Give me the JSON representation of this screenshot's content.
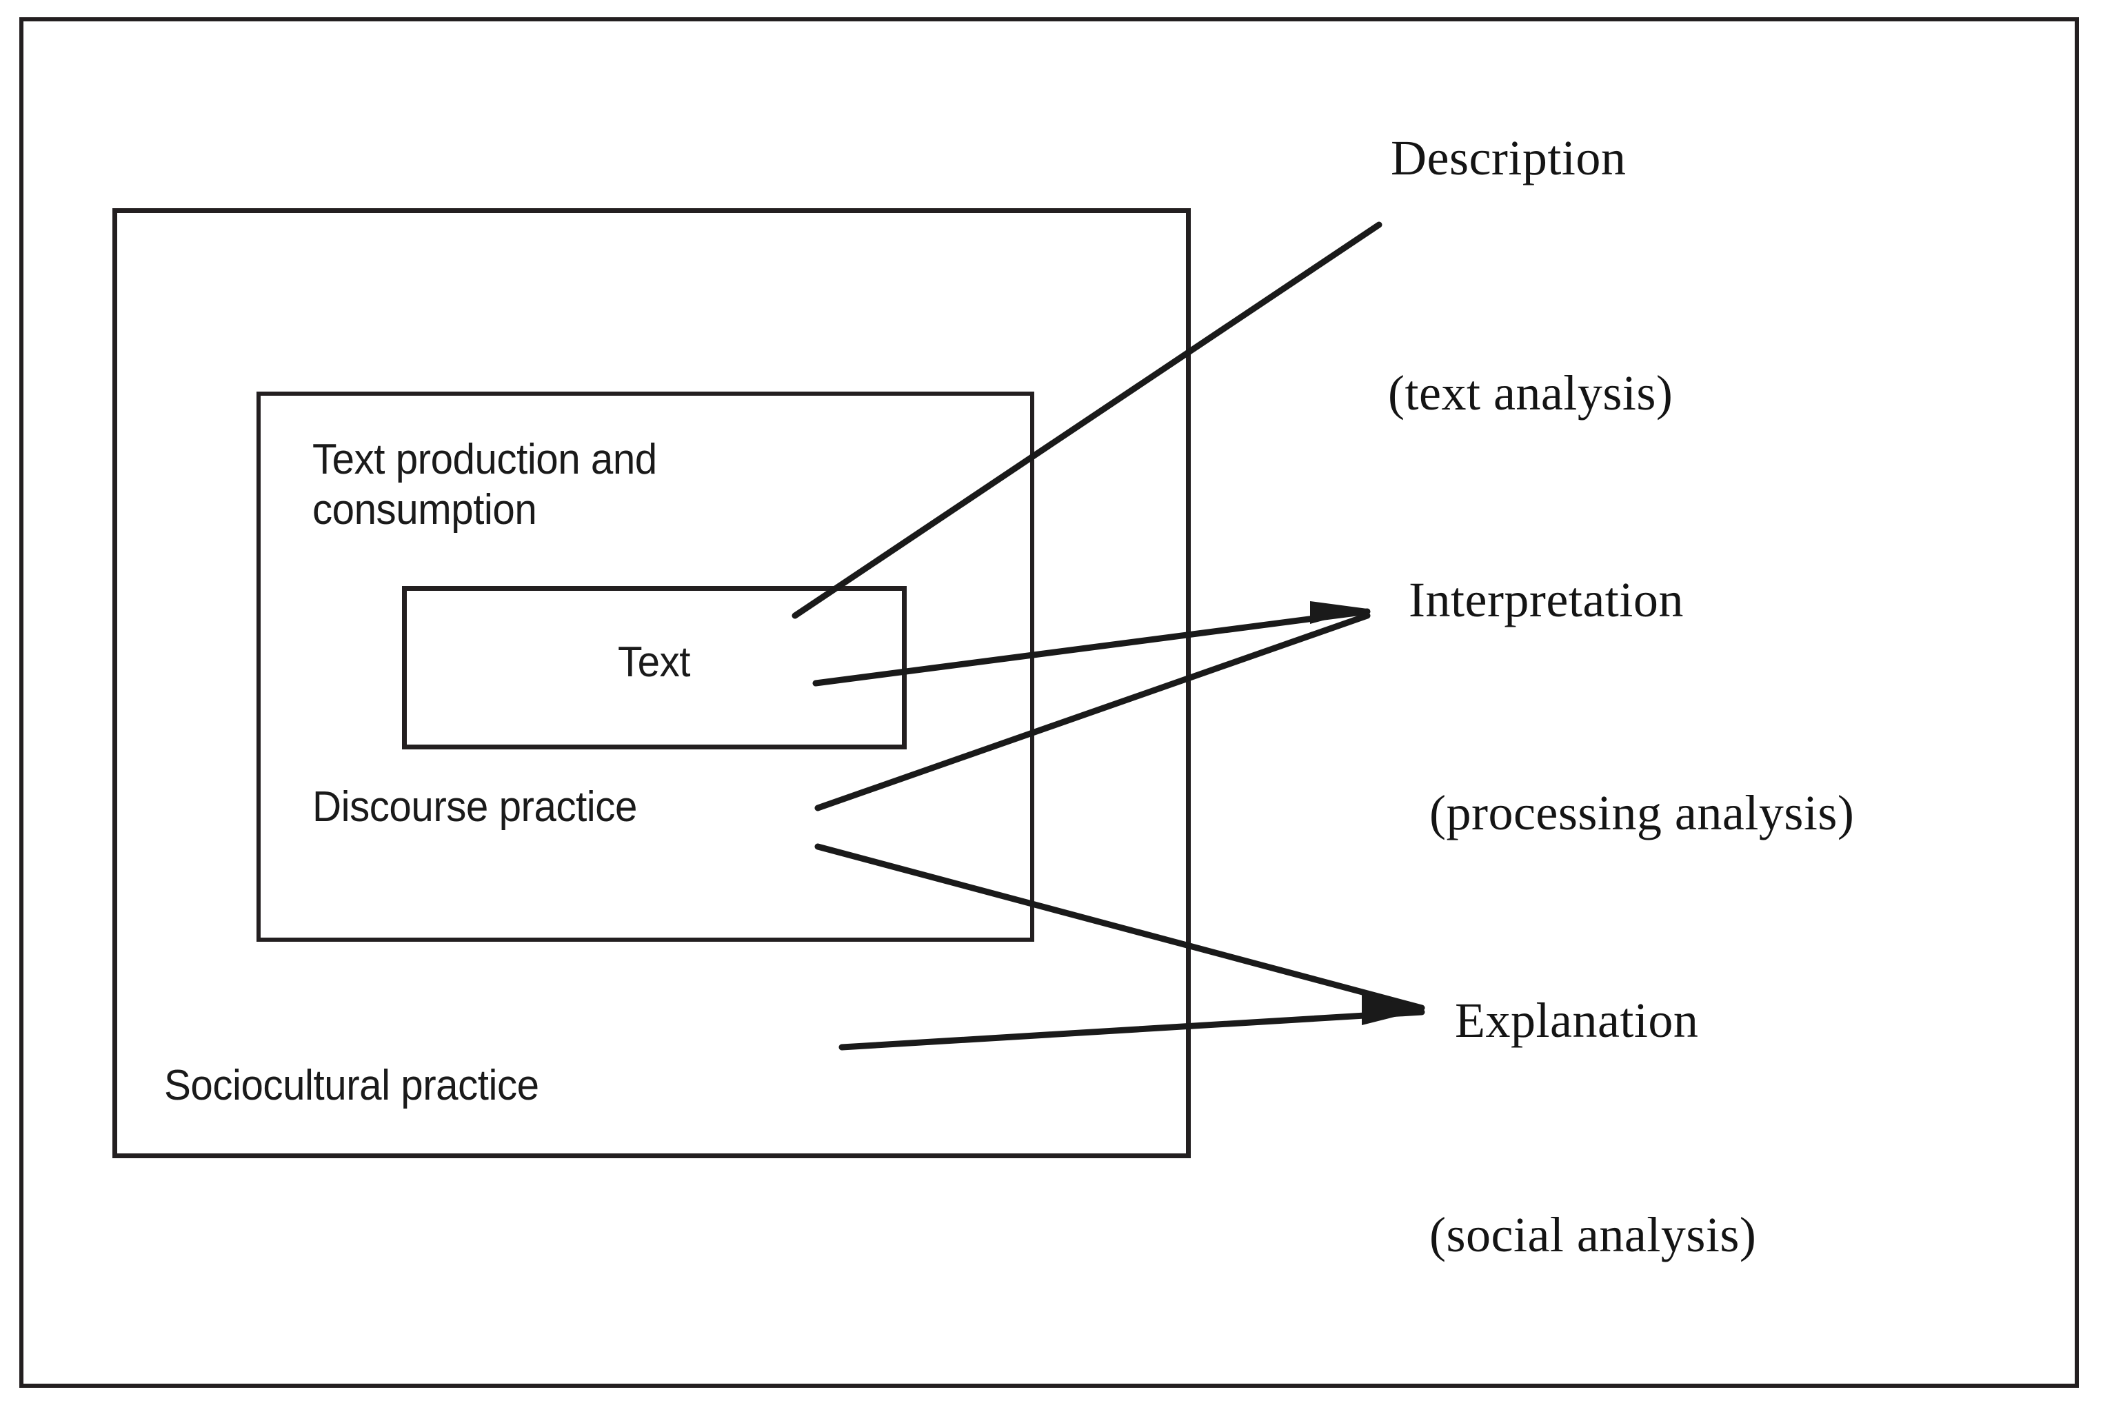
{
  "figure": {
    "type": "nested-framework-diagram",
    "title_visible": false,
    "background_color": "#ffffff",
    "line_color": "#231f20",
    "text_color": "#1a1a1a"
  },
  "frame": {
    "name": "outer page border"
  },
  "boxes": [
    {
      "id": "sociocultural",
      "label": "Sociocultural practice",
      "level": 3,
      "label_position": "bottom-left-inside"
    },
    {
      "id": "discourse",
      "label": "Discourse practice",
      "secondary_label": "Text production and\nconsumption",
      "level": 2,
      "label_position": "bottom-left-inside"
    },
    {
      "id": "text",
      "label": "Text",
      "level": 1,
      "label_position": "center"
    }
  ],
  "inner_labels": {
    "text_production": "Text production and\nconsumption",
    "text": "Text",
    "discourse_practice": "Discourse practice",
    "sociocultural_practice": "Sociocultural practice"
  },
  "annotations": [
    {
      "id": "description",
      "label": "Description",
      "sublabel": "(text analysis)",
      "points_to": "Text"
    },
    {
      "id": "interpretation",
      "label": "Interpretation",
      "sublabel": "(processing analysis)",
      "points_to": "Text / Discourse practice"
    },
    {
      "id": "explanation",
      "label": "Explanation",
      "sublabel": "(social analysis)",
      "points_to": "Discourse practice / Sociocultural practice"
    }
  ],
  "annotation_text": {
    "description": "Description",
    "text_analysis": "(text analysis)",
    "interpretation": "Interpretation",
    "processing_analysis": "(processing analysis)",
    "explanation": "Explanation",
    "social_analysis": "(social analysis)"
  },
  "connectors": [
    {
      "id": "description-to-text",
      "from": "Description label",
      "to": "Text box",
      "arrowhead": false
    },
    {
      "id": "text-to-interpretation",
      "from": "Text box",
      "to": "Interpretation label",
      "arrowhead": true
    },
    {
      "id": "discourse-to-interpretation",
      "from": "Discourse practice",
      "to": "Interpretation label",
      "arrowhead": true
    },
    {
      "id": "discourse-to-explanation",
      "from": "Discourse practice",
      "to": "Explanation label",
      "arrowhead": true
    },
    {
      "id": "sociocultural-to-explanation",
      "from": "Sociocultural practice",
      "to": "Explanation label",
      "arrowhead": true
    }
  ]
}
